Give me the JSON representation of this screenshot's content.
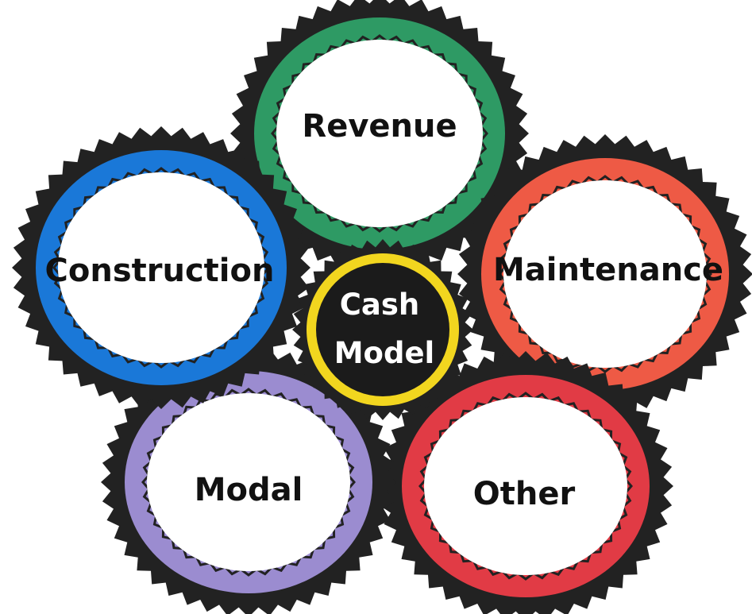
{
  "diagram": {
    "center": {
      "lines": [
        "Cash",
        "Model"
      ],
      "ring_color": "#f2d61f",
      "fill_color": "#1b1b1b",
      "text_color": "#ffffff"
    },
    "gears": [
      {
        "id": "revenue",
        "label": "Revenue",
        "ring_color": "#2e9a64"
      },
      {
        "id": "maintenance",
        "label": "Maintenance",
        "ring_color": "#ee5a45"
      },
      {
        "id": "other",
        "label": "Other",
        "ring_color": "#e13b45"
      },
      {
        "id": "modal",
        "label": "Modal",
        "ring_color": "#9b8cd0"
      },
      {
        "id": "construction",
        "label": "Construction",
        "ring_color": "#1a78d8"
      }
    ],
    "tooth_color": "#222222",
    "label_color": "#111111"
  }
}
